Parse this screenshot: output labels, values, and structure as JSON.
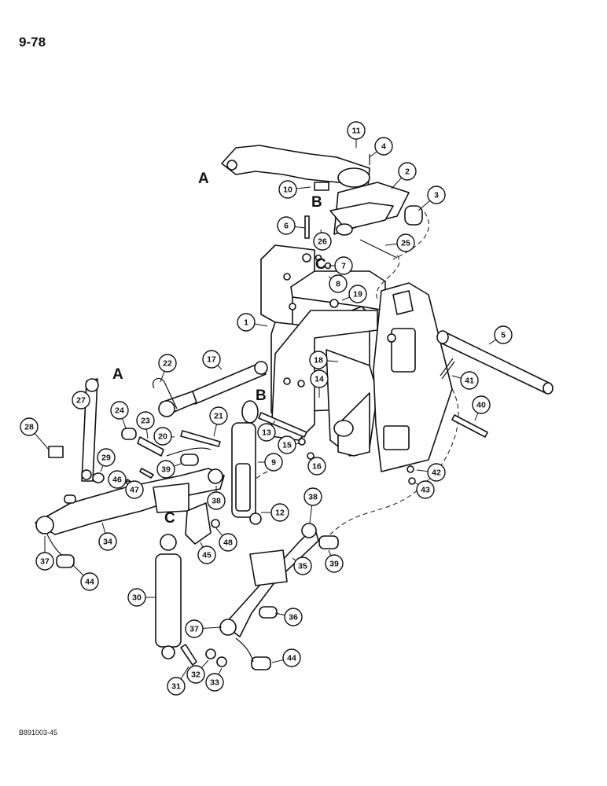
{
  "page_number": "9-78",
  "drawing_code": "B891003-45",
  "callouts": [
    "1",
    "2",
    "3",
    "4",
    "5",
    "6",
    "7",
    "8",
    "9",
    "10",
    "11",
    "12",
    "13",
    "14",
    "15",
    "16",
    "17",
    "18",
    "19",
    "20",
    "21",
    "22",
    "23",
    "24",
    "25",
    "26",
    "27",
    "28",
    "29",
    "30",
    "31",
    "32",
    "33",
    "34",
    "35",
    "36",
    "37",
    "38",
    "39",
    "40",
    "41",
    "42",
    "43",
    "44",
    "45",
    "46",
    "47",
    "48"
  ],
  "reference_letters": [
    "A",
    "B",
    "C"
  ]
}
